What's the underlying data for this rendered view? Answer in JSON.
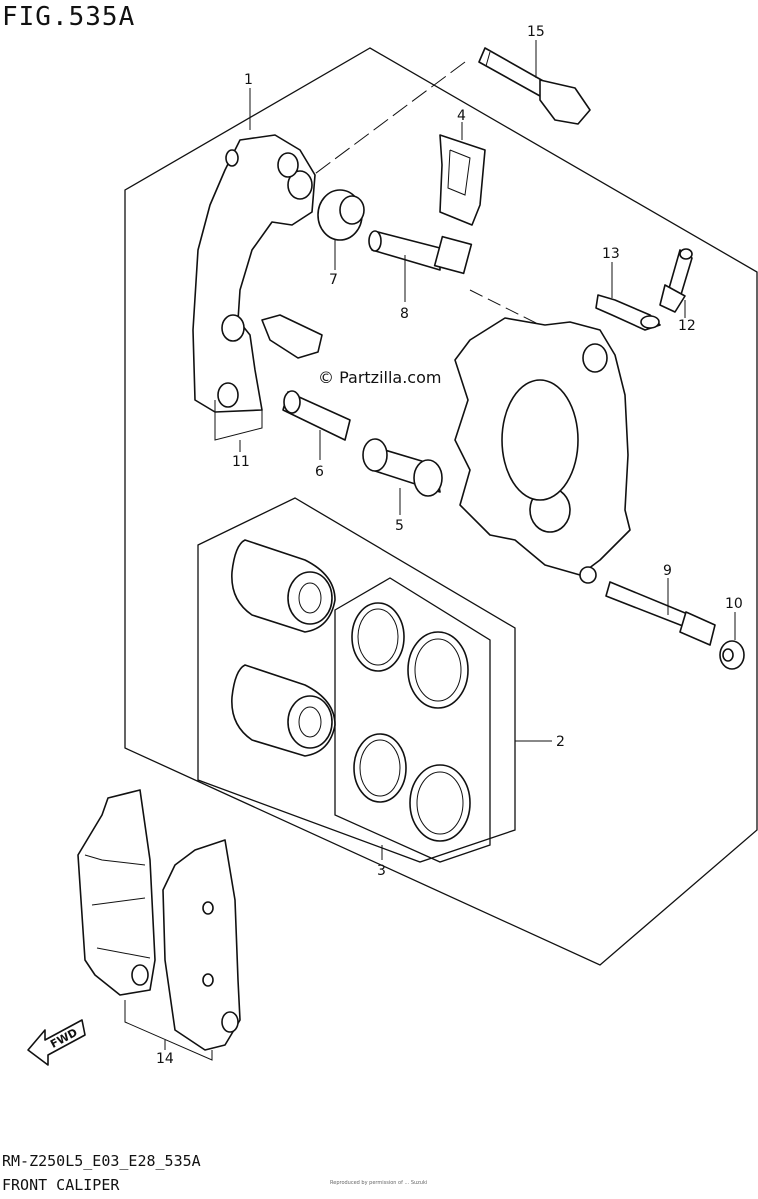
{
  "figure": {
    "title": "FIG.535A",
    "footer_code": "RM-Z250L5_E03_E28_535A",
    "caption": "FRONT CALIPER",
    "fine_print": "Reproduced by permission of ... Suzuki",
    "watermark": "© Partzilla.com"
  },
  "callouts": [
    {
      "id": "1",
      "label": "1"
    },
    {
      "id": "2",
      "label": "2"
    },
    {
      "id": "3",
      "label": "3"
    },
    {
      "id": "4",
      "label": "4"
    },
    {
      "id": "5",
      "label": "5"
    },
    {
      "id": "6",
      "label": "6"
    },
    {
      "id": "7",
      "label": "7"
    },
    {
      "id": "8",
      "label": "8"
    },
    {
      "id": "9",
      "label": "9"
    },
    {
      "id": "10",
      "label": "10"
    },
    {
      "id": "11",
      "label": "11"
    },
    {
      "id": "12",
      "label": "12"
    },
    {
      "id": "13",
      "label": "13"
    },
    {
      "id": "14",
      "label": "14"
    },
    {
      "id": "15",
      "label": "15"
    }
  ],
  "direction_arrow": {
    "label": "FWD"
  }
}
